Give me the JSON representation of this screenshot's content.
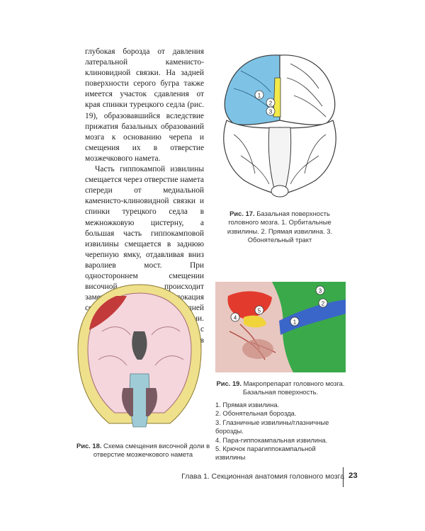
{
  "body_paragraphs": [
    "глубокая борозда от давления латеральной каменисто-клиновидной связки. На задней поверхности серого бугра также имеется участок сдавления от края спинки турецкого седла (рис. 19), образовавшийся вследствие прижатия базальных образований мозга к основанию черепа и смещения их в отверстие мозжечкового намета.",
    "Часть гиппокампой извилины смещается через отверстие намета спереди от медиальной каменисто-клиновидной связки и спинки турецкого седла в межножковую цистерну, а большая часть гиппокамповой извилины смещается в заднюю черепную ямку, отдавливая вниз варолиев мост. При одностороннем смещении височной доли происходит заметная дислокация сосковидного тела и задней соединительной артерии. Средний мозг часто сдавлен с боков. При этом сильвиев водопро-"
  ],
  "fig17": {
    "label": "Рис. 17.",
    "caption": "Базальная поверхность головного мозга. 1. Орбитальные извилины. 2. Прямая извилина. 3. Обонятельный тракт",
    "markers": [
      "1",
      "2",
      "3"
    ],
    "colors": {
      "orbital": "#7ec3e6",
      "rectus": "#f3ea4a",
      "outline": "#3a3a3a"
    }
  },
  "fig18": {
    "label": "Рис. 18.",
    "caption": "Схема смещения височной доли в отверстие мозжечкового намета",
    "colors": {
      "bone": "#efe08c",
      "brain": "#f4d6dc",
      "hematoma": "#c23a3a",
      "ventricle": "#555"
    }
  },
  "fig19": {
    "label": "Рис. 19.",
    "caption": "Макропрепарат головного мозга. Базальная поверхность.",
    "markers": [
      "1",
      "2",
      "3",
      "4",
      "5"
    ],
    "list": [
      "1. Прямая извилина.",
      "2. Обонятельная борозда.",
      "3. Глазничные извилины/глазничные борозды.",
      "4. Пара-гиппокампальная извилина.",
      "5. Крючок парагиппокампальной извилины"
    ],
    "colors": {
      "red": "#e23b2e",
      "green": "#3aa94a",
      "blue": "#3b66c9",
      "yellow": "#f1d43a"
    }
  },
  "footer": {
    "chapter": "Глава 1. Секционная анатомия головного мозга",
    "page": "23"
  }
}
